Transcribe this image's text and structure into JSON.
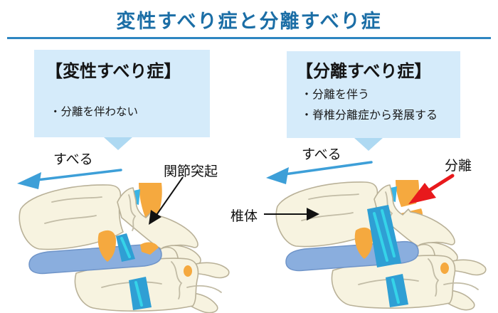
{
  "header": {
    "title": "変性すべり症と分離すべり症"
  },
  "bubbles": {
    "left": {
      "heading": "【変性すべり症】",
      "bullets": [
        "・分離を伴わない"
      ]
    },
    "right": {
      "heading": "【分離すべり症】",
      "bullets": [
        "・分離を伴う",
        "・脊椎分離症から発展する"
      ]
    }
  },
  "labels": {
    "slip_left": "すべる",
    "slip_right": "すべる",
    "facet_process": "関節突起",
    "vertebral_body": "椎体",
    "separation": "分離"
  },
  "colors": {
    "title_text": "#1b6ea6",
    "title_rule": "#2e86c1",
    "bubble_bg": "#d5ebfa",
    "bubble_tail": "#aed9f2",
    "body_text": "#1a1a1a",
    "slip_arrow_blue": "#3d9fd8",
    "pointer_arrow_black": "#111111",
    "separation_arrow_red": "#e8191c",
    "bone_fill": "#f7f3e0",
    "bone_outline": "#b9b198",
    "facet_orange": "#f5a93f",
    "disc_blue": "#8aaede",
    "band_blue": "#2f9fd4",
    "band_highlight_cyan": "#35d3e8"
  }
}
